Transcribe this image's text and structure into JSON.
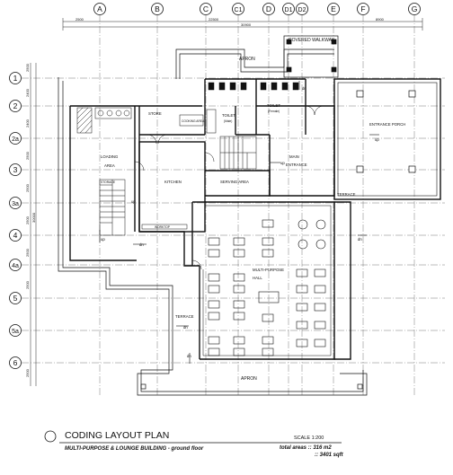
{
  "drawing": {
    "title": "CODING LAYOUT PLAN",
    "subtitle": "MULTI-PURPOSE & LOUNGE  BUILDING - ground floor",
    "scale": "SCALE 1:200",
    "total_areas_m2": "total areas :: 316 m2",
    "total_areas_sqft": ":: 3401 sqft"
  },
  "grid": {
    "columns": [
      "A",
      "B",
      "C",
      "C1",
      "D",
      "D1",
      "D2",
      "E",
      "F",
      "G"
    ],
    "rows": [
      "1",
      "2",
      "2a",
      "3",
      "3a",
      "4",
      "4a",
      "5",
      "5a",
      "6"
    ]
  },
  "dimensions": {
    "top_left": "2500",
    "top_center": "22500",
    "top_right": "8900",
    "top_mid": "30900",
    "left_overall": "30000",
    "left_segments": [
      "2500",
      "2400",
      "2400",
      "2500",
      "2500",
      "2500",
      "2500",
      "2500",
      "2500"
    ]
  },
  "rooms": {
    "apron_top": "APRON",
    "covered_walkway": "COVERED WALKWAY",
    "store": "STORE",
    "loading_area_1": "LOADING",
    "loading_area_2": "AREA",
    "kitchen": "KITCHEN",
    "serving_area": "SERVING AREA",
    "toilet_male_1": "TOILET",
    "toilet_male_2": "(Male)",
    "toilet_female_1": "TOILET",
    "toilet_female_2": "(Female)",
    "main_entrance_1": "MAIN",
    "main_entrance_2": "ENTRANCE",
    "entrance_porch": "ENTRANCE PORCH",
    "terrace_right": "TERRACE",
    "terrace_left": "TERRACE",
    "multi_purpose_1": "MULTI-PURPOSE",
    "multi_purpose_2": "HALL",
    "apron_bottom": "APRON",
    "storage_label": "STORAGE",
    "workstop_label": "WORKTOP",
    "cooking_label": "COOKING AREA"
  },
  "markers": {
    "down": "dn",
    "up": "up"
  }
}
